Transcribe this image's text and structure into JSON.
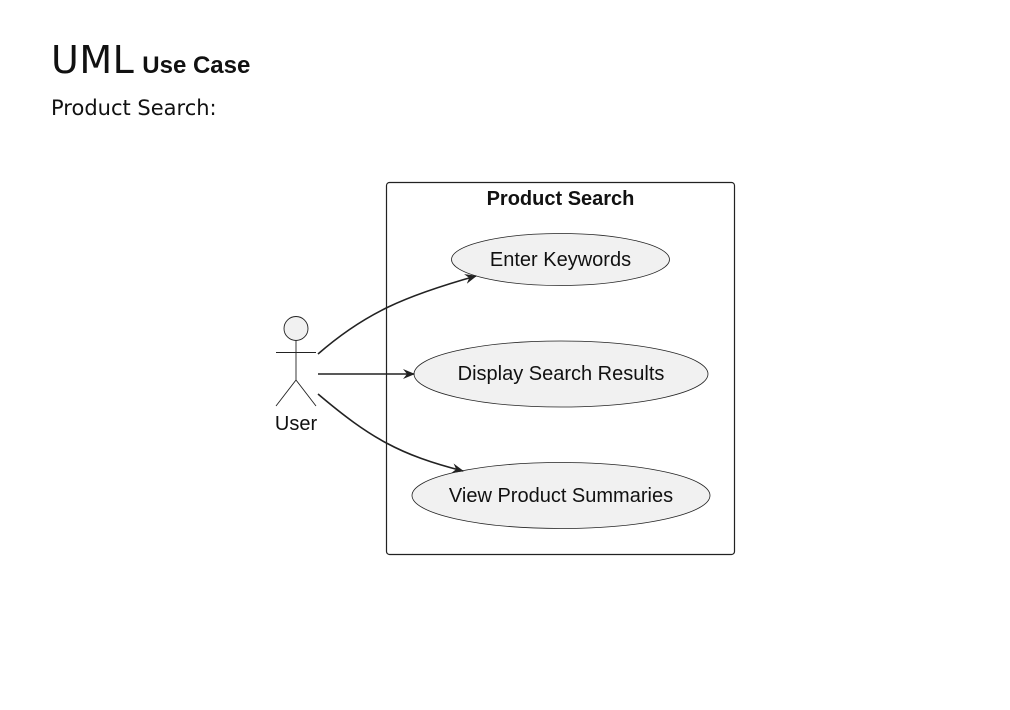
{
  "header": {
    "title": "UML",
    "subtitle": "Use Case"
  },
  "section_label": "Product Search:",
  "diagram": {
    "system_boundary": {
      "label": "Product Search"
    },
    "actor": {
      "label": "User"
    },
    "use_cases": [
      {
        "label": "Enter Keywords"
      },
      {
        "label": "Display Search Results"
      },
      {
        "label": "View Product Summaries"
      }
    ],
    "colors": {
      "use_case_fill": "#f1f1f1",
      "actor_fill": "#f1f1f1",
      "stroke": "#222222"
    }
  }
}
